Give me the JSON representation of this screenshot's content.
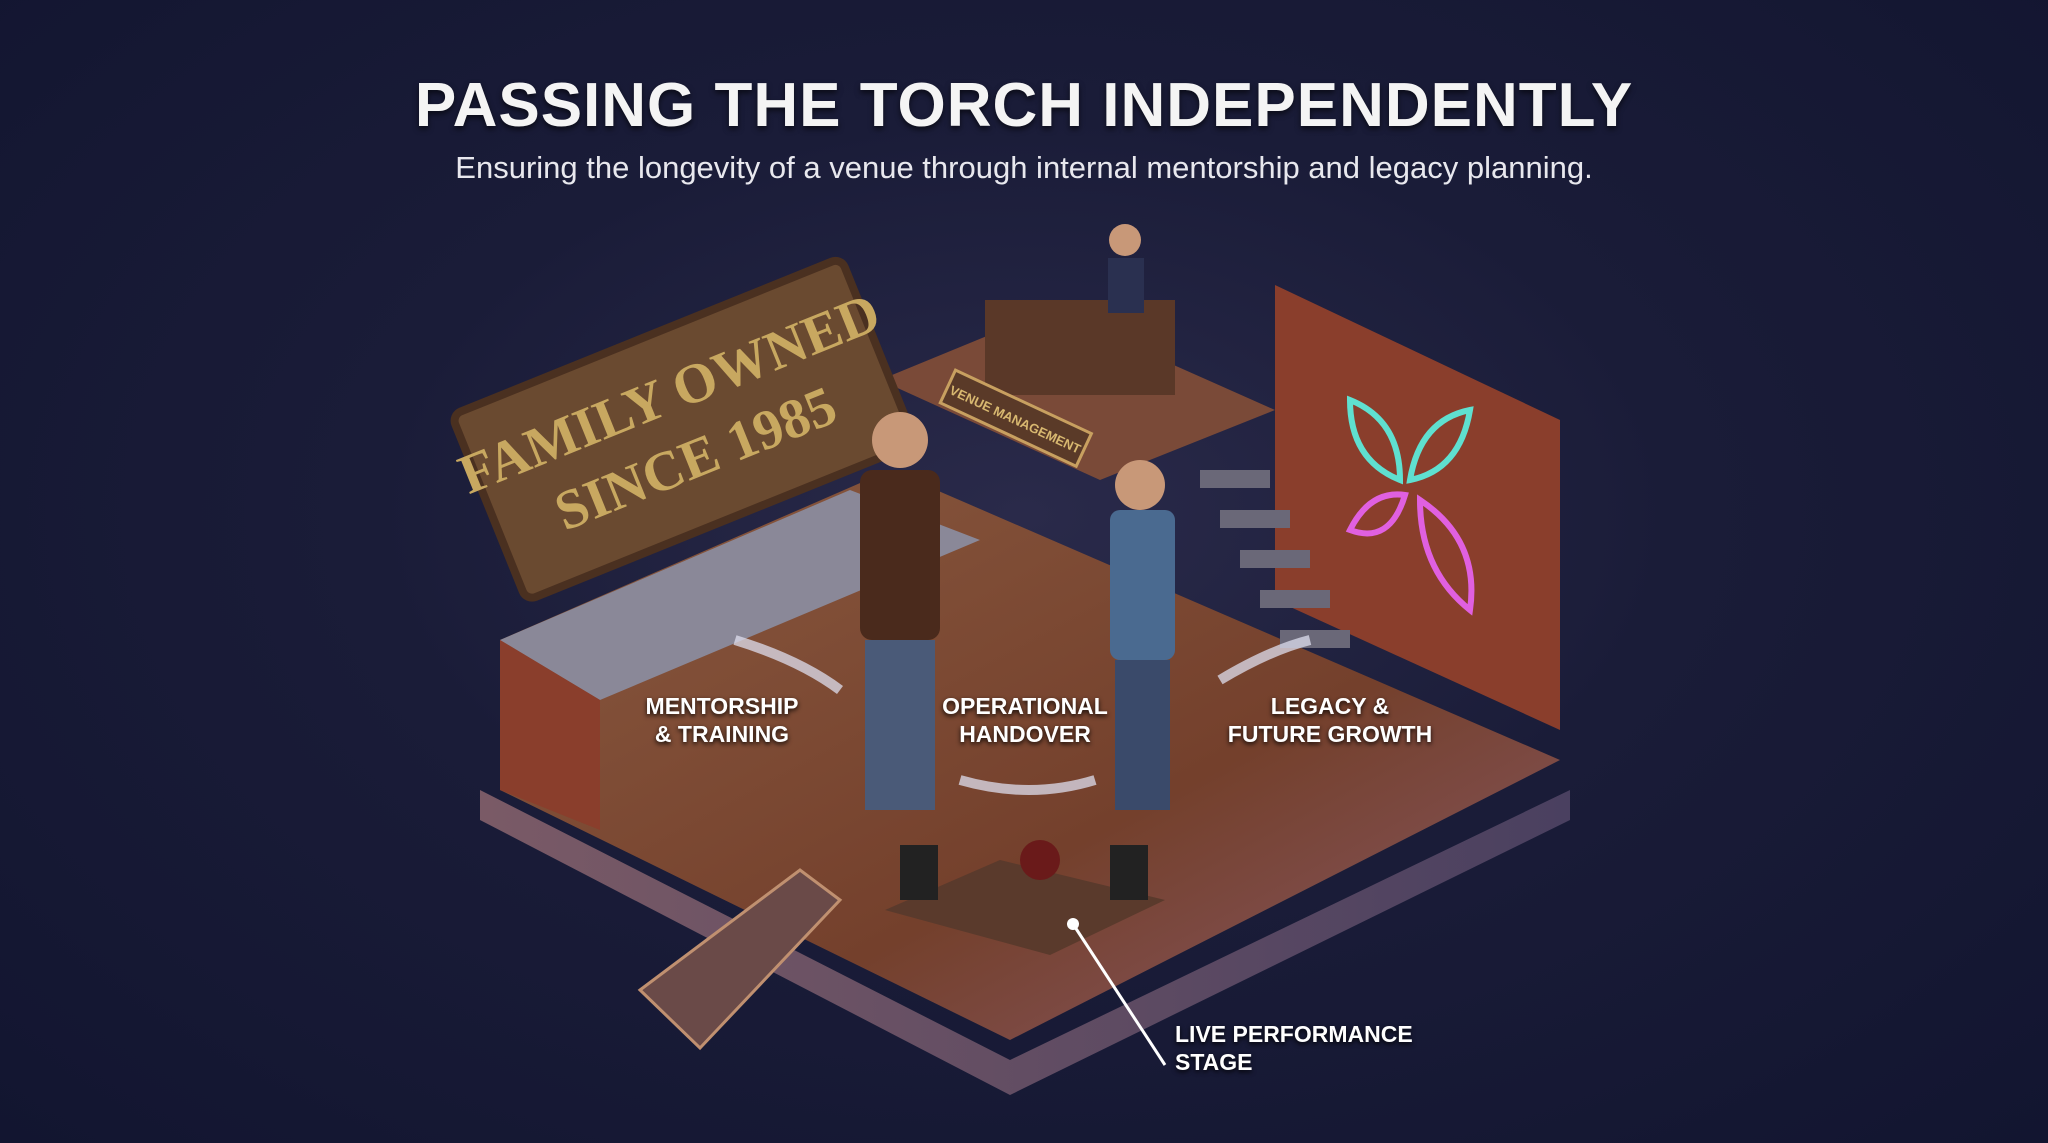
{
  "header": {
    "title": "PASSING THE TORCH INDEPENDENTLY",
    "subtitle": "Ensuring the longevity of a venue through internal mentorship and legacy planning."
  },
  "sign": {
    "line1": "FAMILY OWNED",
    "line2": "SINCE 1985"
  },
  "plaque": {
    "text": "VENUE MANAGEMENT"
  },
  "labels": {
    "mentorship": [
      "MENTORSHIP",
      "& TRAINING"
    ],
    "handover": [
      "OPERATIONAL",
      "HANDOVER"
    ],
    "legacy": [
      "LEGACY &",
      "FUTURE GROWTH"
    ],
    "stage": [
      "LIVE PERFORMANCE",
      "STAGE"
    ]
  },
  "colors": {
    "background": "#1a1c38",
    "wood_floor": "#7a4a34",
    "brick": "#8a3e2c",
    "neon_teal": "#5fe0d0",
    "neon_pink": "#e060e0",
    "sign_text": "#c8a860"
  }
}
